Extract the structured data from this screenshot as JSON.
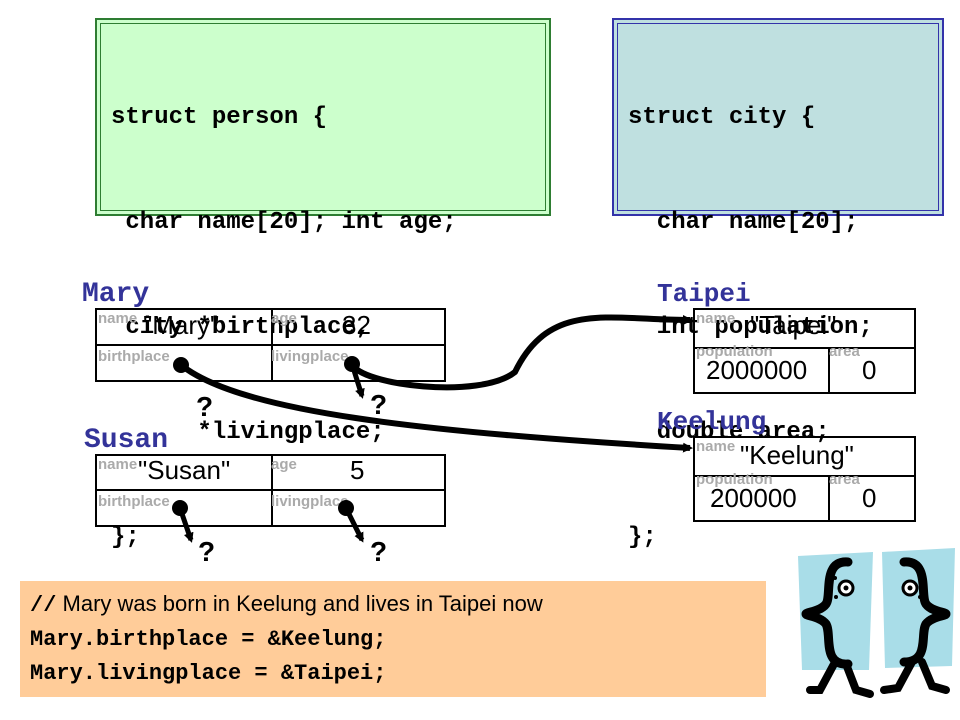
{
  "struct_person": {
    "lines": [
      "struct person {",
      " char name[20]; int age;",
      " city *birthplace,",
      "      *livingplace;",
      "};"
    ]
  },
  "struct_city": {
    "lines": [
      "struct city {",
      "  char name[20];",
      "  int population;",
      "  double area;",
      "};"
    ]
  },
  "person_fields": {
    "name": "name",
    "age": "age",
    "birthplace": "birthplace",
    "livingplace": "livingplace"
  },
  "city_fields": {
    "name": "name",
    "population": "population",
    "area": "area"
  },
  "mary": {
    "title": "Mary",
    "name_value": "\"Mary\"",
    "age_value": "32"
  },
  "susan": {
    "title": "Susan",
    "name_value": "\"Susan\"",
    "age_value": "5"
  },
  "taipei": {
    "title": "Taipei",
    "name_value": "\"Taipei\"",
    "population_value": "2000000",
    "area_value": "0"
  },
  "keelung": {
    "title": "Keelung",
    "name_value": "\"Keelung\"",
    "population_value": "200000",
    "area_value": "0"
  },
  "unknown_mark": "?",
  "statements": {
    "comment_slashes": "//",
    "comment_text": " Mary was born in Keelung and lives in Taipei now",
    "line1": "Mary.birthplace = &Keelung;",
    "line2": "Mary.livingplace = &Taipei;"
  },
  "colors": {
    "person_box": "#ccffcc",
    "city_box": "#bfe0e0",
    "statement_box": "#ffcc99",
    "title_text": "#333399",
    "field_label": "#aaaaaa"
  }
}
